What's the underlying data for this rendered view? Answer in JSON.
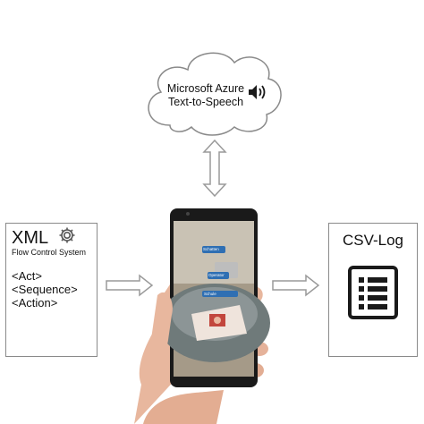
{
  "cloud": {
    "line1": "Microsoft Azure",
    "line2": "Text-to-Speech",
    "icon": "speaker-icon"
  },
  "xml_box": {
    "title": "XML",
    "subtitle": "Flow Control System",
    "icon": "gear-icon",
    "lines": [
      "<Act>",
      "<Sequence>",
      "<Action>"
    ]
  },
  "csv_box": {
    "title": "CSV-Log",
    "icon": "list-document-icon"
  },
  "phone": {
    "ar_labels": [
      "Schatten",
      "Operator",
      "Schule"
    ]
  },
  "colors": {
    "border": "#8a8a8a",
    "arrow_fill": "#ffffff",
    "arrow_stroke": "#9a9a9a",
    "icon_dark": "#1a1a1a",
    "ar_label_bg": "#2f6fb3"
  }
}
